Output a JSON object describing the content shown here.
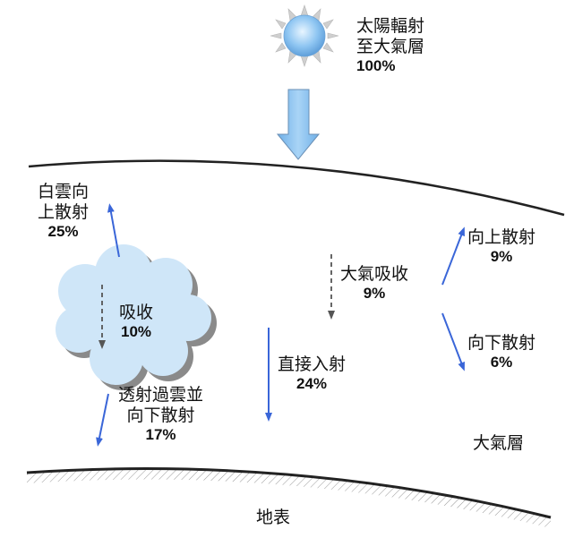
{
  "solar": {
    "line1": "太陽輻射",
    "line2": "至大氣層",
    "value": "100%"
  },
  "cloud_reflect": {
    "line1": "白雲向",
    "line2": "上散射",
    "value": "25%"
  },
  "cloud_absorb": {
    "label": "吸收",
    "value": "10%"
  },
  "cloud_transmit": {
    "line1": "透射過雲並",
    "line2": "向下散射",
    "value": "17%"
  },
  "atmos_absorb": {
    "label": "大氣吸收",
    "value": "9%"
  },
  "direct": {
    "label": "直接入射",
    "value": "24%"
  },
  "scatter_up": {
    "label": "向上散射",
    "value": "9%"
  },
  "scatter_down": {
    "label": "向下散射",
    "value": "6%"
  },
  "atmosphere": {
    "label": "大氣層"
  },
  "ground": {
    "label": "地表"
  },
  "colors": {
    "arrow": "#3a66d8",
    "sun": "#8fc6f2",
    "cloud": "#cfe6f8",
    "big_arrow": "#8dc3ef",
    "dashed": "#555555"
  },
  "icons": [
    "sun-icon",
    "cloud-icon"
  ]
}
